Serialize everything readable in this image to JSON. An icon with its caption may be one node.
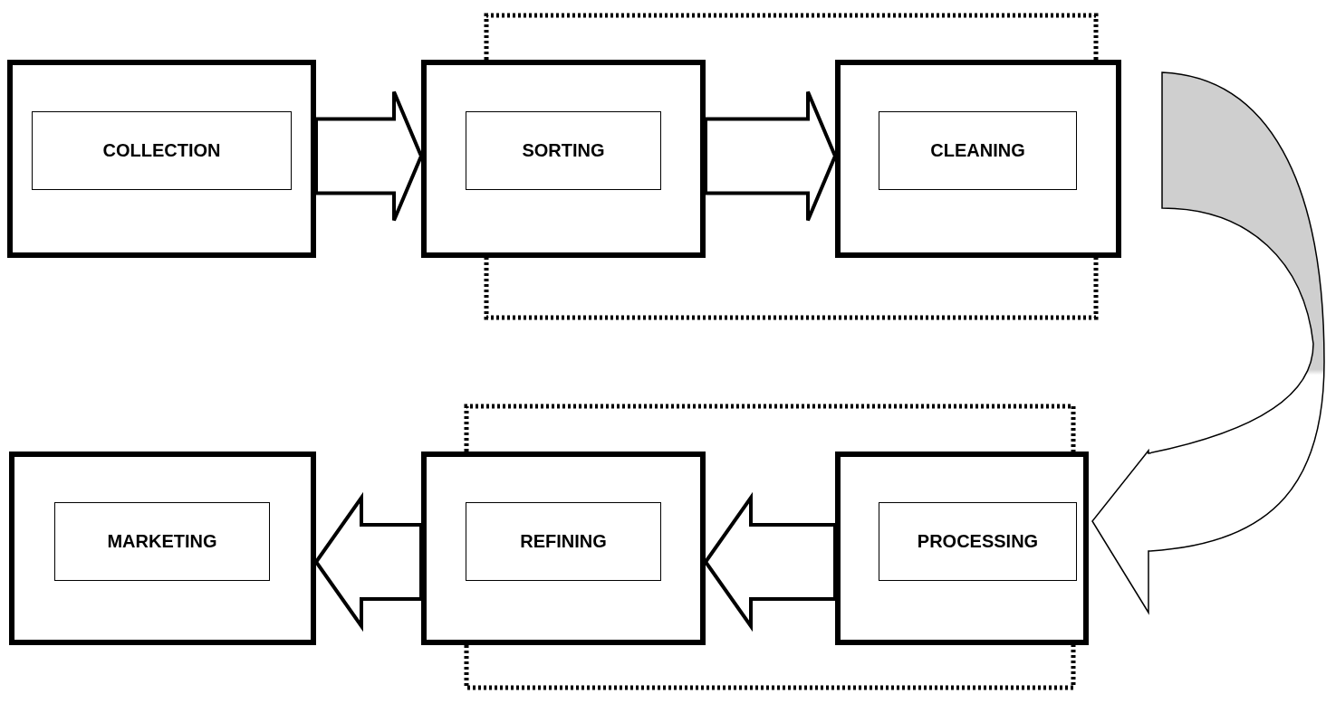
{
  "diagram": {
    "nodes": [
      {
        "text": [],
        "shape": "box"
      },
      {
        "text": [
          "COLLECTION"
        ],
        "in": 0
      },
      {
        "text": [],
        "shape": "box"
      },
      {
        "text": [
          "SORTING"
        ],
        "in": 2
      },
      {
        "text": [],
        "shape": "box"
      },
      {
        "text": [
          "CLEANING"
        ],
        "in": 4
      },
      {
        "text": [],
        "shape": "box"
      },
      {
        "text": [
          "MARKETING"
        ],
        "in": 6
      },
      {
        "text": [],
        "shape": "box"
      },
      {
        "text": [
          "REFINING"
        ],
        "in": 8
      },
      {
        "text": [],
        "shape": "box"
      },
      {
        "text": [
          "PROCESSING"
        ],
        "in": 10
      }
    ],
    "edges": [
      {
        "from": 0,
        "to": 2,
        "arrow": "to"
      },
      {
        "from": 2,
        "to": 4,
        "arrow": "to"
      },
      {
        "from": 4,
        "to": 10,
        "arrow": "to"
      },
      {
        "from": 10,
        "to": 8,
        "arrow": "to"
      },
      {
        "from": 8,
        "to": 6,
        "arrow": "to"
      }
    ]
  }
}
